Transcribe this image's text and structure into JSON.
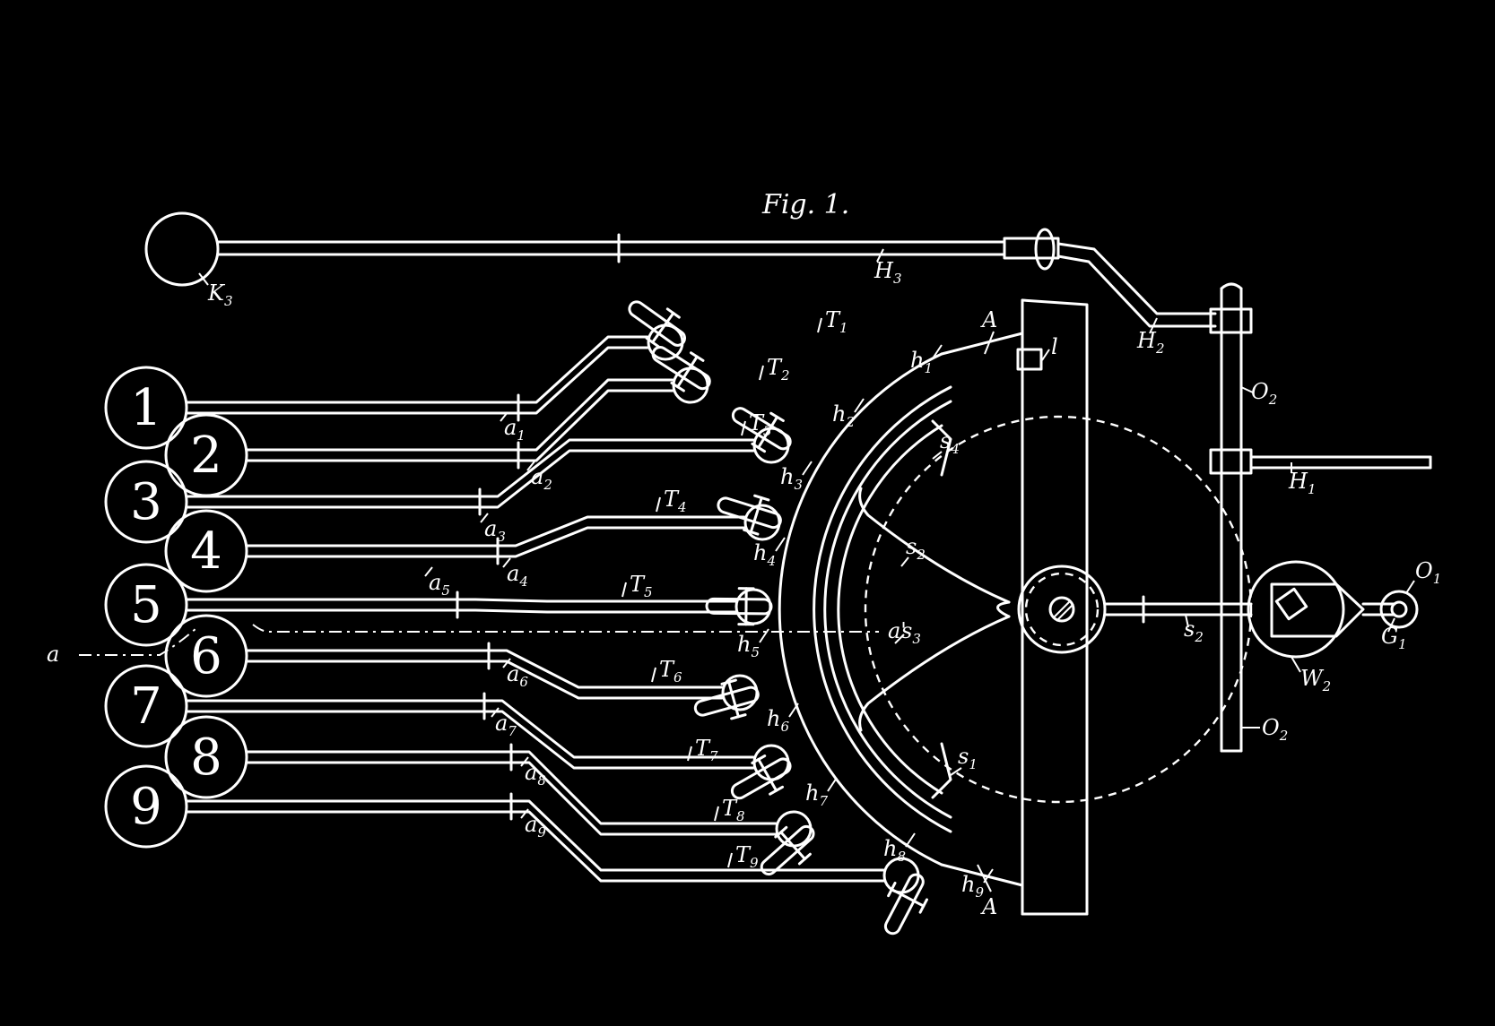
{
  "figure": {
    "title": "Fig. 1."
  },
  "keys": [
    "1",
    "2",
    "3",
    "4",
    "5",
    "6",
    "7",
    "8",
    "9"
  ],
  "labels": {
    "K3": [
      "K",
      "3"
    ],
    "H3": [
      "H",
      "3"
    ],
    "H2": [
      "H",
      "2"
    ],
    "H1": [
      "H",
      "1"
    ],
    "A_top": [
      "A",
      ""
    ],
    "A_bottom": [
      "A",
      ""
    ],
    "l": [
      "l",
      ""
    ],
    "O2_top": [
      "O",
      "2"
    ],
    "O2_bottom": [
      "O",
      "2"
    ],
    "O1": [
      "O",
      "1"
    ],
    "G1": [
      "G",
      "1"
    ],
    "W2": [
      "W",
      "2"
    ],
    "s1": [
      "s",
      "1"
    ],
    "s2": [
      "s",
      "2"
    ],
    "s3": [
      "s",
      "3"
    ],
    "s4": [
      "s",
      "4"
    ],
    "s2b": [
      "s",
      "2"
    ],
    "a": [
      "a",
      ""
    ],
    "a_prime": [
      "a'",
      ""
    ],
    "T": [
      [
        "T",
        "1"
      ],
      [
        "T",
        "2"
      ],
      [
        "T",
        "3"
      ],
      [
        "T",
        "4"
      ],
      [
        "T",
        "5"
      ],
      [
        "T",
        "6"
      ],
      [
        "T",
        "7"
      ],
      [
        "T",
        "8"
      ],
      [
        "T",
        "9"
      ]
    ],
    "a_sub": [
      [
        "a",
        "1"
      ],
      [
        "a",
        "2"
      ],
      [
        "a",
        "3"
      ],
      [
        "a",
        "4"
      ],
      [
        "a",
        "5"
      ],
      [
        "a",
        "6"
      ],
      [
        "a",
        "7"
      ],
      [
        "a",
        "8"
      ],
      [
        "a",
        "9"
      ]
    ],
    "h": [
      [
        "h",
        "1"
      ],
      [
        "h",
        "2"
      ],
      [
        "h",
        "3"
      ],
      [
        "h",
        "4"
      ],
      [
        "h",
        "5"
      ],
      [
        "h",
        "6"
      ],
      [
        "h",
        "7"
      ],
      [
        "h",
        "8"
      ],
      [
        "h",
        "9"
      ]
    ]
  }
}
